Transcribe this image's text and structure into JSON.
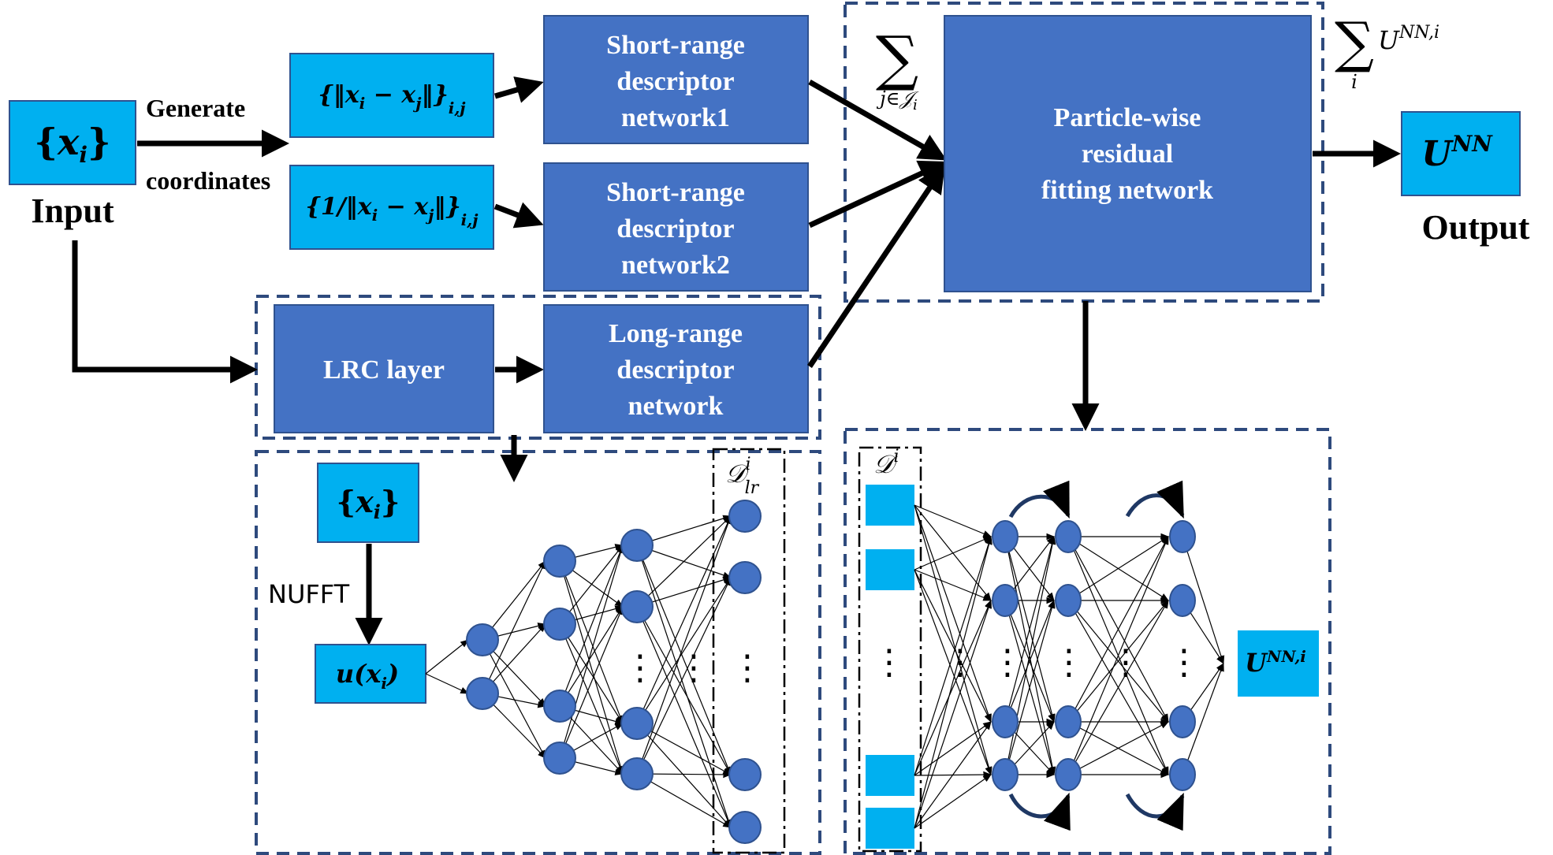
{
  "colors": {
    "light_box": "#00B0F0",
    "dark_box": "#4472C4",
    "box_border": "#2F528F",
    "node_fill": "#4472C4",
    "node_border": "#2F528F",
    "dash_border": "#2E4A7D",
    "arrow": "#000000",
    "text_white": "#ffffff",
    "text_black": "#000000"
  },
  "input": {
    "symbol_open": "{",
    "symbol_var": "x",
    "symbol_sub": "i",
    "symbol_close": "}",
    "label": "Input"
  },
  "generate_label": "Generate",
  "coordinates_label": "coordinates",
  "feature_dist": {
    "open": "{‖x",
    "sub_i": "i",
    "minus": " − x",
    "sub_j": "j",
    "close": "‖}",
    "index": "i,j"
  },
  "feature_inv": {
    "open": "{1/‖x",
    "sub_i": "i",
    "minus": " − x",
    "sub_j": "j",
    "close": "‖}",
    "index": "i,j"
  },
  "short_range_1": [
    "Short-range",
    "descriptor",
    "network1"
  ],
  "short_range_2": [
    "Short-range",
    "descriptor",
    "network2"
  ],
  "lrc_layer": "LRC layer",
  "long_range": [
    "Long-range",
    "descriptor",
    "network"
  ],
  "fitting_network": [
    "Particle-wise",
    "residual",
    "fitting network"
  ],
  "sum_j": {
    "sigma": "∑",
    "sub": "j∈𝒥",
    "sub_i": "i"
  },
  "sum_i": {
    "sigma": "∑",
    "sub": "i",
    "term": "U",
    "sup": "NN,i"
  },
  "output": {
    "symbol": "U",
    "sup": "NN",
    "label": "Output"
  },
  "lower_left": {
    "input_open": "{",
    "input_var": "x",
    "input_sub": "i",
    "input_close": "}",
    "nufft_label": "NUFFT",
    "u_label": "u(x",
    "u_sub": "i",
    "u_close": ")",
    "descriptor_label": "𝒟",
    "descriptor_sup": "i",
    "descriptor_sub": "lr"
  },
  "lower_right": {
    "descriptor_label": "𝒟",
    "descriptor_sup": "i",
    "output_label": "U",
    "output_sup": "NN,i"
  },
  "ellipsis": "⋮"
}
